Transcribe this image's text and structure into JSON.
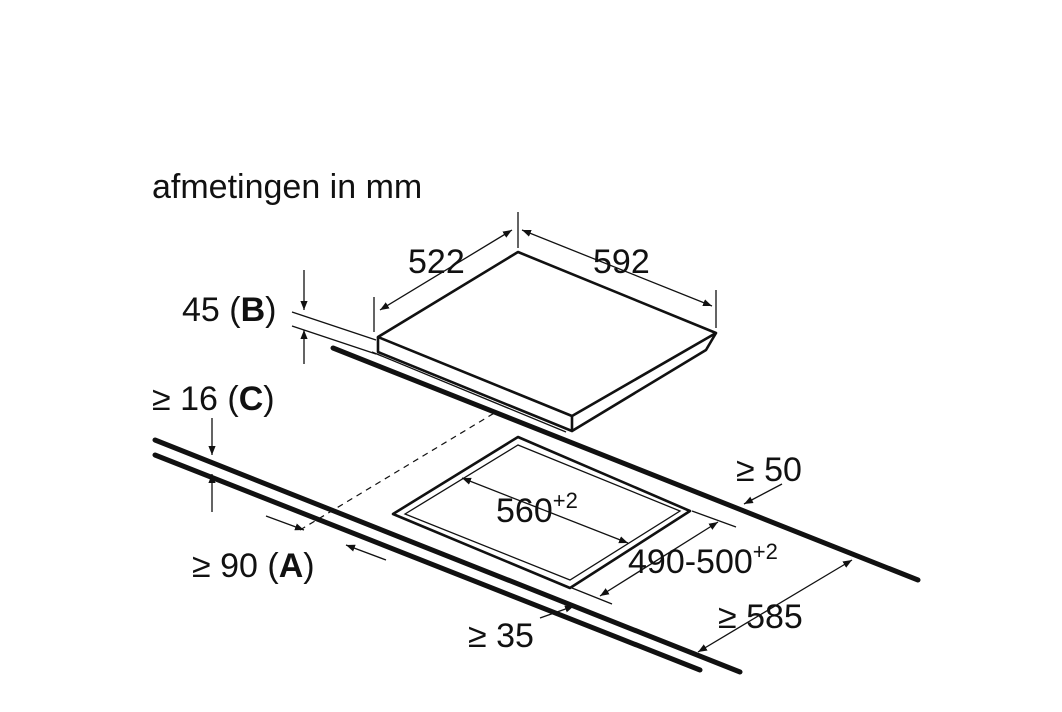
{
  "title": "afmetingen in mm",
  "dimensions": {
    "depth": "522",
    "width": "592",
    "height_value": "45 (",
    "height_letter": "B",
    "height_close": ")",
    "clearance_c_value": "≥ 16 (",
    "clearance_c_letter": "C",
    "clearance_c_close": ")",
    "clearance_a_value": "≥ 90 (",
    "clearance_a_letter": "A",
    "clearance_a_close": ")",
    "cutout_width": "560",
    "cutout_width_tol": "+2",
    "cutout_depth": "490-500",
    "cutout_depth_tol": "+2",
    "rear_clearance": "≥ 50",
    "worktop_depth": "≥ 585",
    "front_clearance": "≥ 35"
  },
  "colors": {
    "line": "#111111",
    "background": "#ffffff"
  }
}
